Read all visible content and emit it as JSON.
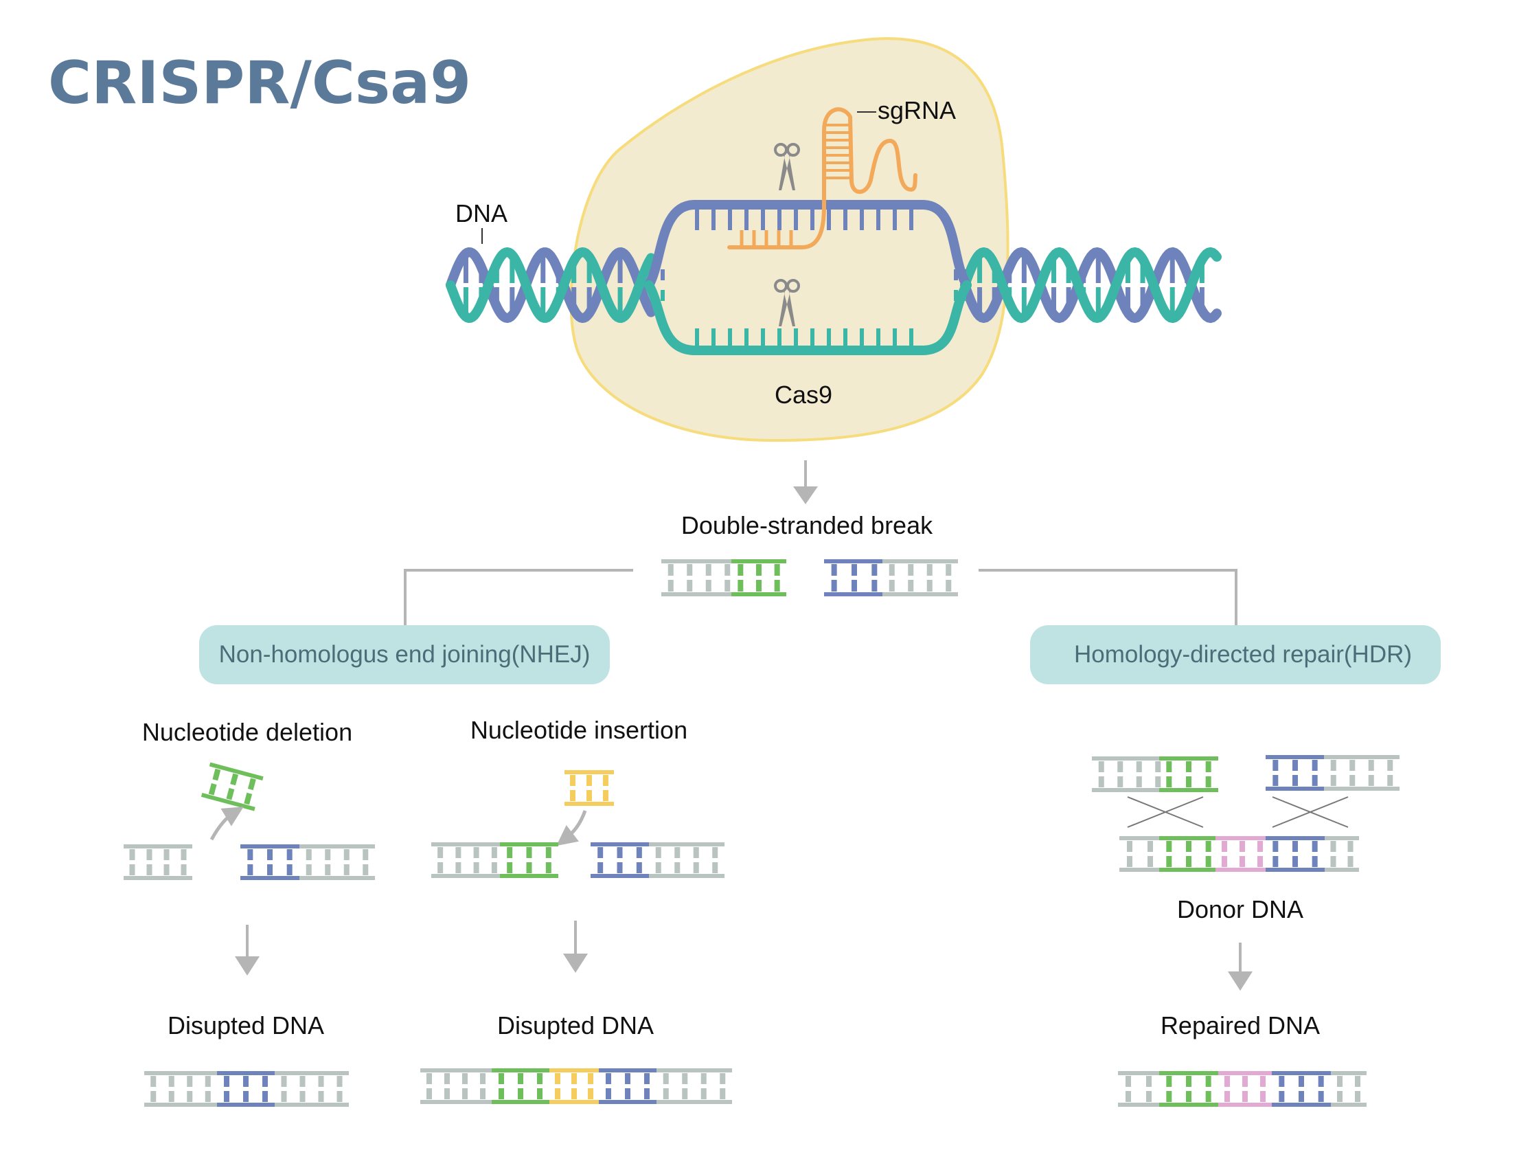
{
  "title": "CRISPR/Csa9",
  "labels": {
    "dna": "DNA",
    "sgrna": "sgRNA",
    "cas9": "Cas9",
    "dsb": "Double-stranded break",
    "nhej": "Non-homologus end joining(NHEJ)",
    "hdr": "Homology-directed repair(HDR)",
    "deletion": "Nucleotide deletion",
    "insertion": "Nucleotide insertion",
    "disrupted_left": "Disupted DNA",
    "disrupted_mid": "Disupted DNA",
    "donor": "Donor DNA",
    "repaired": "Repaired DNA"
  },
  "colors": {
    "title": "#5b7a99",
    "teal": "#3bb5a6",
    "blue": "#6e82bc",
    "orange": "#f3a95a",
    "gray_dna": "#b9c3bf",
    "green": "#6fbe5c",
    "yellow": "#f5cd5e",
    "pink": "#e2a9d2",
    "cas9_fill": "#f3ebcf",
    "cas9_stroke": "#f6dc7c",
    "box_fill": "#bfe3e3",
    "box_text": "#4a6d78",
    "arrow": "#b5b5b5",
    "connector": "#b5b5b5",
    "scissors": "#8a8a8a"
  },
  "icons": [
    "scissors-icon",
    "down-arrow-icon",
    "curved-arrow-icon"
  ]
}
